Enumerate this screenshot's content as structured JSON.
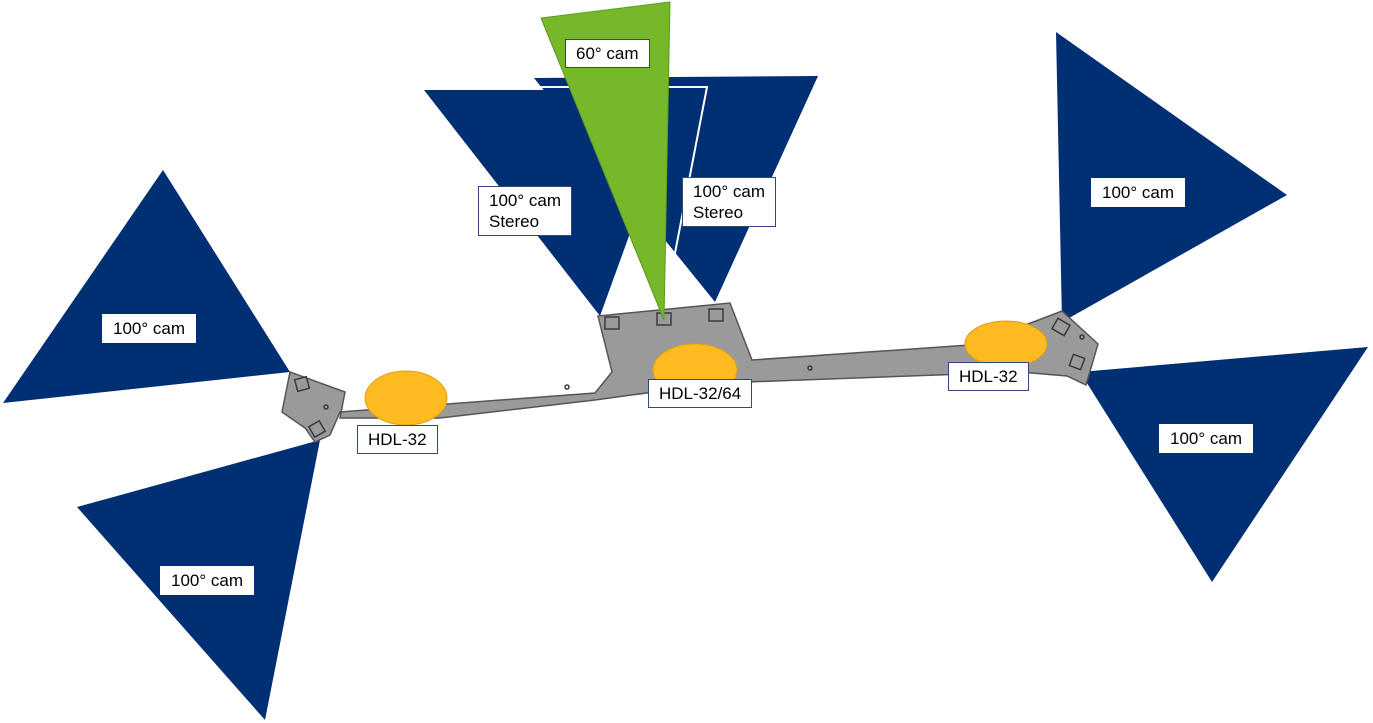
{
  "colors": {
    "camera_fov": "#002f73",
    "narrow_cam_fov": "#76b82a",
    "lidar": "#fdbb21",
    "rig_plate": "#9a9a9a",
    "rig_outline": "#555555",
    "label_border": "#2f4a78"
  },
  "labels": {
    "narrow_cam": "60° cam",
    "stereo_left": {
      "line1": "100° cam",
      "line2": "Stereo"
    },
    "stereo_right": {
      "line1": "100° cam",
      "line2": "Stereo"
    },
    "left_upper_cam": "100° cam",
    "left_lower_cam": "100° cam",
    "right_upper_cam": "100° cam",
    "right_lower_cam": "100° cam",
    "lidar_left": "HDL-32",
    "lidar_center": "HDL-32/64",
    "lidar_right": "HDL-32"
  }
}
